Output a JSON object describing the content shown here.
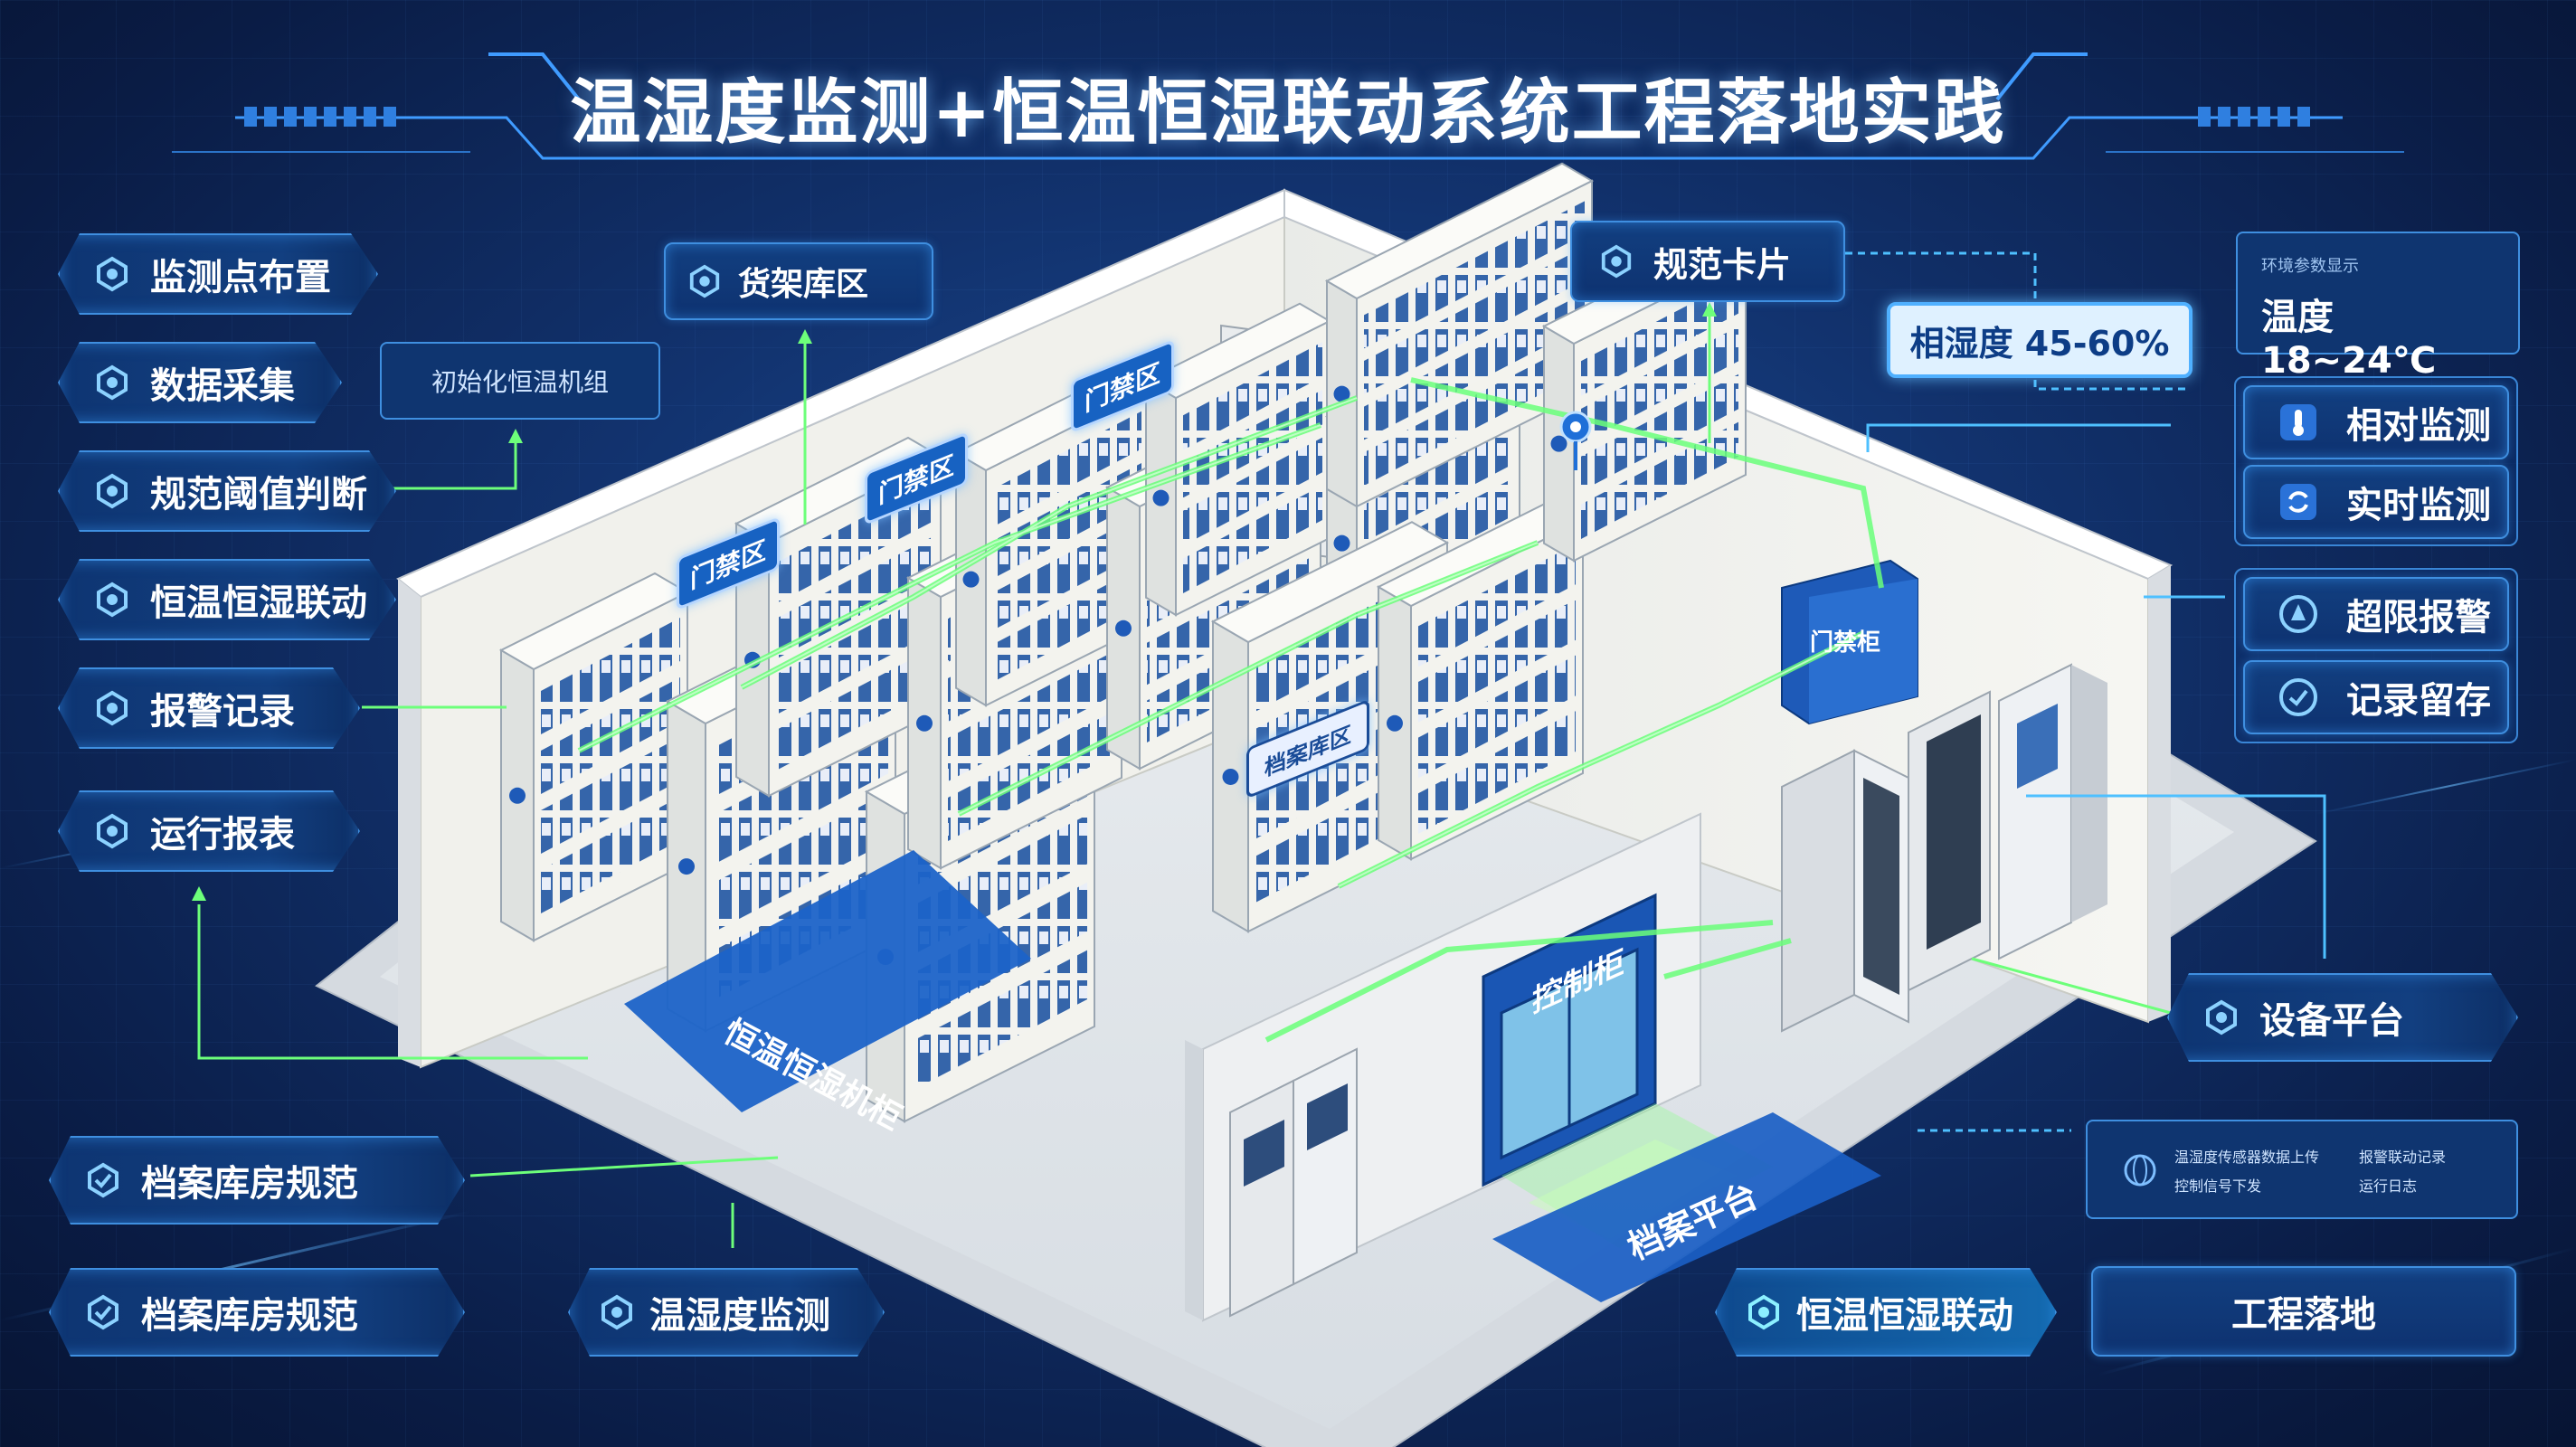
{
  "title": "温湿度监测+恒温恒湿联动系统工程落地实践",
  "left_menu": [
    {
      "label": "监测点布置",
      "icon": "shield-icon"
    },
    {
      "label": "数据采集",
      "icon": "shield-icon"
    },
    {
      "label": "规范阈值判断",
      "icon": "shield-icon"
    },
    {
      "label": "恒温恒湿联动",
      "icon": "shield-icon"
    },
    {
      "label": "报警记录",
      "icon": "shield-icon"
    },
    {
      "label": "运行报表",
      "icon": "shield-icon"
    }
  ],
  "left_bottom": [
    {
      "label": "档案库房规范",
      "icon": "shield-icon"
    },
    {
      "label": "档案库房规范",
      "icon": "shield-icon"
    }
  ],
  "callouts": {
    "shelf_zone": "货架库区",
    "small_unit": "初始化恒温机组",
    "spec_card": "规范卡片",
    "humidity": "相湿度 45-60%",
    "temperature_caption": "环境参数显示",
    "temperature": "温度  18~24℃"
  },
  "right_menu": [
    {
      "label": "相对监测",
      "icon": "thermometer-icon"
    },
    {
      "label": "实时监测",
      "icon": "sync-icon"
    },
    {
      "label": "超限报警",
      "icon": "alarm-icon"
    },
    {
      "label": "记录留存",
      "icon": "shield-icon"
    }
  ],
  "device_platform": "设备平台",
  "legend_rows": [
    "温湿度传感器数据上传",
    "报警联动记录",
    "控制信号下发",
    "运行日志"
  ],
  "bottom": {
    "monitor": "温湿度监测",
    "linkage": "恒温恒湿联动",
    "project": "工程落地"
  },
  "scene_labels": {
    "zone_a": "门禁区",
    "zone_b": "门禁区",
    "zone_c": "门禁区",
    "ac_unit": "门禁柜",
    "rack_sign": "档案库区",
    "control_cabinet": "控制柜",
    "floor_stripe": "恒温恒湿机柜",
    "ramp": "档案平台"
  },
  "colors": {
    "accent": "#3f8fe0",
    "link_line": "#5de06a",
    "panel_bg": "#123f80",
    "background": "#0b1f4d"
  }
}
